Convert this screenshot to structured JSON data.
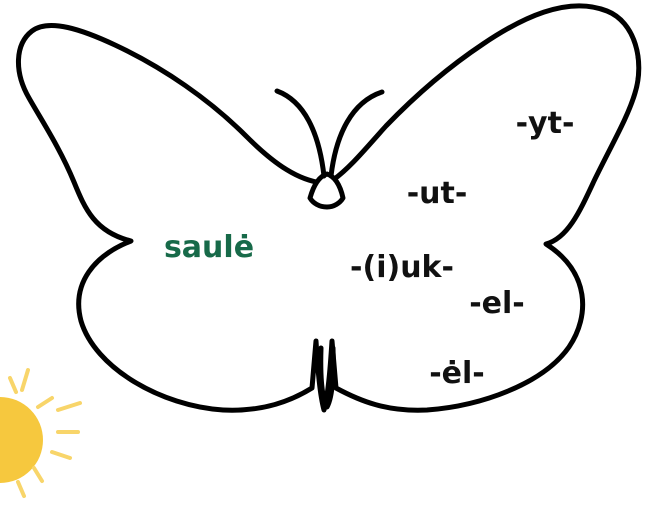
{
  "root_word": {
    "text": "saulė",
    "color": "#176a49"
  },
  "suffixes": [
    {
      "text": "-yt-"
    },
    {
      "text": "-ut-"
    },
    {
      "text": "-(i)uk-"
    },
    {
      "text": "-el-"
    },
    {
      "text": "-ėl-"
    }
  ],
  "colors": {
    "outline": "#000000",
    "text": "#111111",
    "sun_fill": "#f6c83e",
    "sun_rays": "#f8d56a"
  },
  "icons": {
    "butterfly": "butterfly-outline",
    "sun": "sun-icon"
  }
}
